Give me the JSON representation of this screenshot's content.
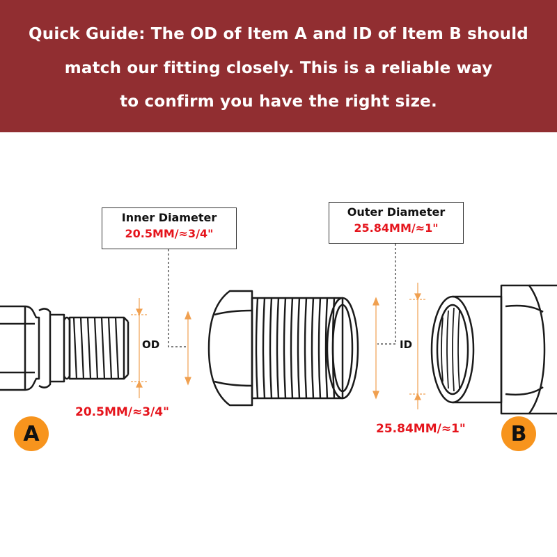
{
  "banner": {
    "lines": [
      "Quick Guide: The OD of Item A and ID of Item B should",
      "match our fitting closely. This is a reliable way",
      "to confirm you have the right size."
    ],
    "background": "#912e31"
  },
  "center_fitting": {
    "inner_label": {
      "title": "Inner Diameter",
      "value": "20.5MM/≈3/4\""
    },
    "outer_label": {
      "title": "Outer Diameter",
      "value": "25.84MM/≈1\""
    }
  },
  "item_a": {
    "badge": "A",
    "dimension_tag": "OD",
    "measurement": "20.5MM/≈3/4\""
  },
  "item_b": {
    "badge": "B",
    "dimension_tag": "ID",
    "measurement": "25.84MM/≈1\""
  },
  "colors": {
    "accent_orange": "#f7941d",
    "value_red": "#e5141c",
    "dimension_line": "#f0a050"
  }
}
